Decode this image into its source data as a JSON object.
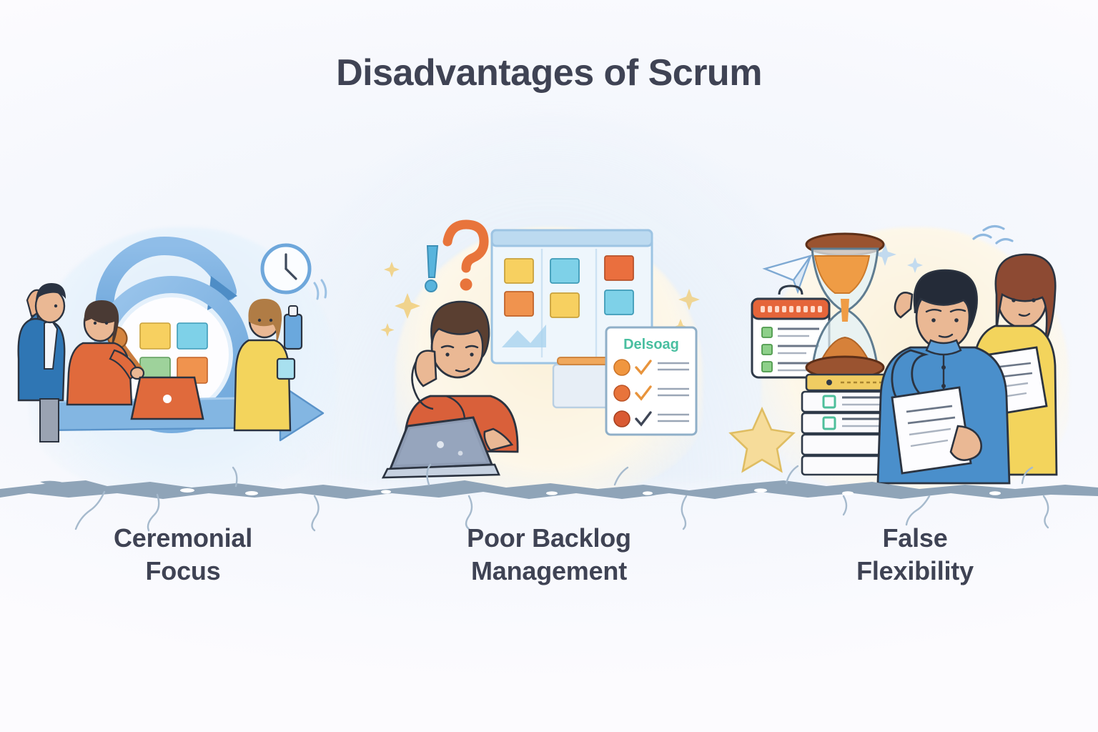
{
  "title": "Disadvantages of Scrum",
  "theme": {
    "background": "#fcfbfe",
    "title_color": "#3f4354",
    "caption_color": "#3f4354",
    "panel1_blob": "#e3eff9",
    "panel2_blob": "#faf0dc",
    "panel3_blob": "#faf0dc",
    "accent_blue": "#7fb2e0",
    "accent_deep_blue": "#4a89c8",
    "accent_orange": "#e8743b",
    "accent_yellow": "#f5cf55",
    "accent_teal": "#6fc9d9",
    "accent_green": "#9ed29b",
    "crack_color": "#8fa4b8"
  },
  "panels": [
    {
      "id": "ceremonial-focus",
      "caption_line1": "Ceremonial",
      "caption_line2": "Focus",
      "scene": {
        "name": "sprint-ceremony-scene",
        "elements": [
          "sprint-cycle-arrow",
          "wall-clock",
          "sticky-note-board",
          "gavel",
          "laptop",
          "forward-arrow",
          "person-raising-hand",
          "person-with-gavel",
          "person-with-clipboard"
        ],
        "clock_time": "4:30",
        "sticky_colors": [
          "#f7d060",
          "#7ed1e8",
          "#9ed29b",
          "#f0934e"
        ]
      }
    },
    {
      "id": "poor-backlog-management",
      "caption_line1": "Poor Backlog",
      "caption_line2": "Management",
      "scene": {
        "name": "frustrated-developer-scene",
        "elements": [
          "question-mark",
          "exclamation-mark",
          "kanban-board",
          "laptop",
          "frustrated-person",
          "checklist-card"
        ],
        "checklist_title": "Delsoag",
        "checklist_items": 3,
        "sticky_colors": [
          "#f7d060",
          "#7ed1e8",
          "#ea6f3e",
          "#f0934e",
          "#f7d060",
          "#7ed1e8"
        ]
      }
    },
    {
      "id": "false-flexibility",
      "caption_line1": "False",
      "caption_line2": "Flexibility",
      "scene": {
        "name": "deadline-pressure-scene",
        "elements": [
          "hourglass",
          "document-stack",
          "clipboard",
          "gold-star",
          "paper-plane",
          "confused-person",
          "person-holding-documents"
        ],
        "clipboard_checkbox_count": 3
      }
    }
  ]
}
